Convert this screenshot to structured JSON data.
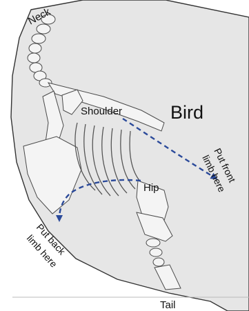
{
  "labels": {
    "neck": "Neck",
    "shoulder": "Shoulder",
    "hip": "Hip",
    "tail": "Tail",
    "title": "Bird",
    "front_limb_line1": "Put front",
    "front_limb_line2": "limb here",
    "back_limb_line1": "Put back",
    "back_limb_line2": "limb here"
  },
  "colors": {
    "body_fill": "#e6e6e6",
    "outline": "#333333",
    "arrow": "#2b4a9a",
    "bone": "#f4f4f4"
  }
}
